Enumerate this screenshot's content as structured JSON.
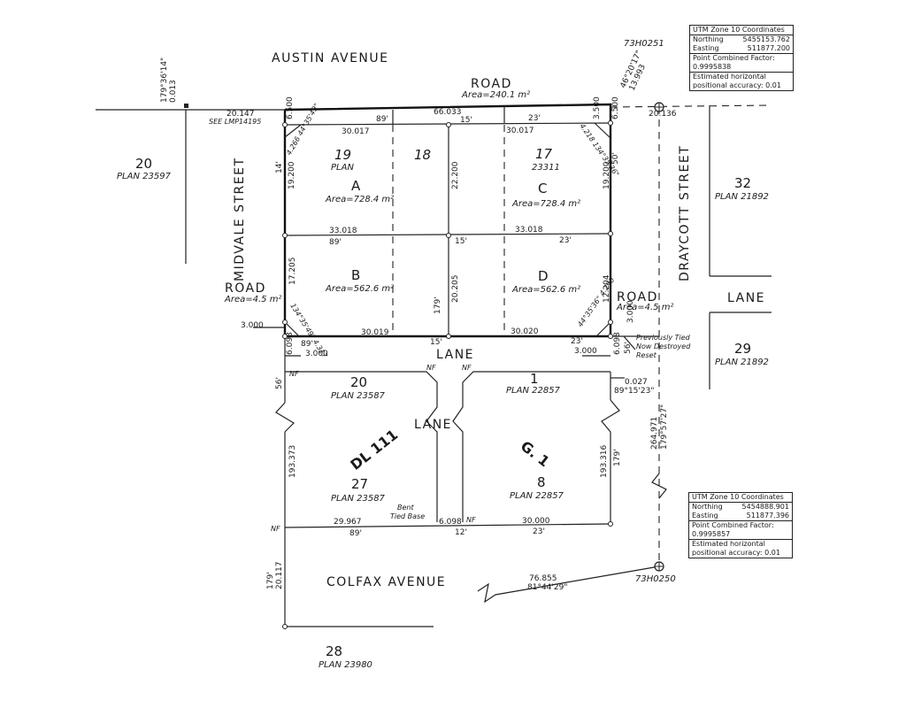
{
  "streets": {
    "austin": "AUSTIN AVENUE",
    "colfax": "COLFAX AVENUE",
    "midvale": "MIDVALE STREET",
    "draycott": "DRAYCOTT STREET",
    "road_top": "ROAD",
    "lane_mid": "LANE",
    "lane_lower": "LANE",
    "lane_right": "LANE",
    "road_left": "ROAD",
    "road_right": "ROAD"
  },
  "areas": {
    "road_top": "Area=240.1 m²",
    "road_left": "Area=4.5 m²",
    "road_right": "Area=4.5 m²",
    "lot_a": "Area=728.4 m²",
    "lot_b": "Area=562.6 m²",
    "lot_c": "Area=728.4 m²",
    "lot_d": "Area=562.6 m²"
  },
  "lots": {
    "a": "A",
    "b": "B",
    "c": "C",
    "d": "D",
    "n19": "19",
    "plan19": "PLAN",
    "n18": "18",
    "n17": "17",
    "plan17": "23311",
    "l20_left": "20",
    "l20_left_plan": "PLAN 23597",
    "l32": "32",
    "l32_plan": "PLAN 21892",
    "l29": "29",
    "l29_plan": "PLAN 21892",
    "l20": "20",
    "l20_plan": "PLAN 23587",
    "l1": "1",
    "l1_plan": "PLAN 22857",
    "l27": "27",
    "l27_plan": "PLAN 23587",
    "l8": "8",
    "l8_plan": "PLAN 22857",
    "l28": "28",
    "l28_plan": "PLAN 23980",
    "dl111": "DL 111",
    "g1": "G. 1"
  },
  "monuments": {
    "top": "73H0251",
    "bottom": "73H0250"
  },
  "utm_top": {
    "title": "UTM Zone 10 Coordinates",
    "northing_label": "Northing",
    "northing": "5455153.762",
    "easting_label": "Easting",
    "easting": "511877.200",
    "pcf_label": "Point Combined Factor:",
    "pcf": "0.9995838",
    "acc_label": "Estimated horizontal",
    "acc_value": "positional accuracy: 0.01"
  },
  "utm_bottom": {
    "title": "UTM Zone 10 Coordinates",
    "northing_label": "Northing",
    "northing": "5454888.901",
    "easting_label": "Easting",
    "easting": "511877.396",
    "pcf_label": "Point Combined Factor:",
    "pcf": "0.9995857",
    "acc_label": "Estimated horizontal",
    "acc_value": "positional accuracy: 0.01"
  },
  "dims": {
    "d20147": "20.147",
    "see": "SEE LMP14195",
    "d6500a": "6.500",
    "d89a": "89'",
    "d66033": "66.033",
    "d15a": "15'",
    "d23a": "23'",
    "d3500": "3.500",
    "d6500b": "6.500",
    "d20136": "20.136",
    "d30017a": "30.017",
    "d30017b": "30.017",
    "d19200a": "19.200",
    "d22200": "22.200",
    "d19200b": "19.200",
    "d33018a": "33.018",
    "d33018b": "33.018",
    "d89b": "89'",
    "d15b": "15'",
    "d23b": "23'",
    "d17205": "17.205",
    "d20205": "20.205",
    "d12204": "12.204",
    "d30019": "30.019",
    "d30020": "30.020",
    "d3000a": "3.000",
    "d3000b": "3.000",
    "d3000c": "3.000",
    "d3000d": "3.000",
    "d89c": "89'",
    "d15c": "15'",
    "d23c": "23'",
    "d6098a": "6.098",
    "d6098b": "6.098",
    "d56": "56'",
    "d56b": "56'",
    "d179a": "179'",
    "d14": "14'",
    "d50": "50'",
    "d193373": "193.373",
    "d193316": "193.316",
    "d179b": "179'",
    "d264971": "264.971",
    "brg1": "179°57'27\"",
    "d0027": "0.027",
    "brg2": "89°15'23\"",
    "d29967": "29.967",
    "d6098c": "6.098",
    "d30000": "30.000",
    "d89d": "89'",
    "d12": "12'",
    "d23d": "23'",
    "d76855": "76.855",
    "brg3": "81°44'29\"",
    "d20117": "20.117",
    "d179c": "179'",
    "brg4": "179°36'14\"",
    "d0013": "0.013",
    "brg5": "46°20'17\"",
    "d13993": "13.993",
    "curve_a": "4.266 44°35'49\"",
    "curve_c": "4.218 134°35'36\"",
    "curve_b": "134°35'49\" 4.317",
    "curve_d": "44°35'36\" 4.290",
    "nf": "NF"
  },
  "notes": {
    "previously": "Previously Tied",
    "destroyed": "Now Destroyed",
    "reset": "Reset",
    "bent": "Bent",
    "tied_base": "Tied Base"
  }
}
